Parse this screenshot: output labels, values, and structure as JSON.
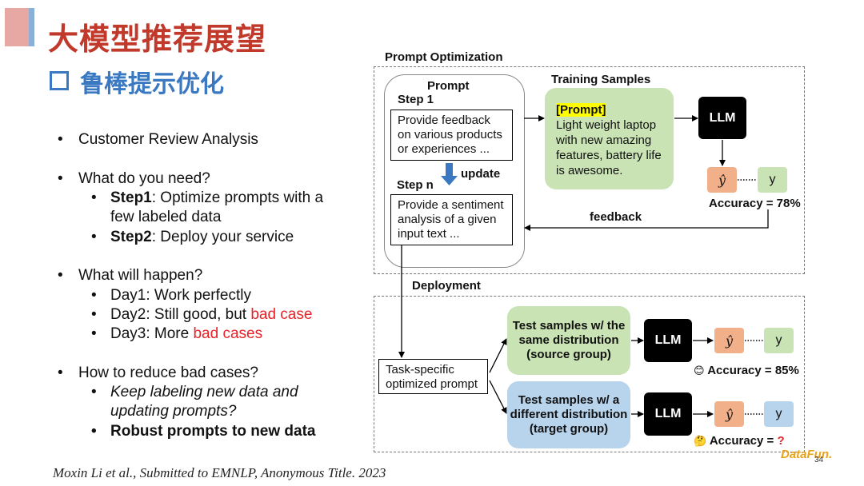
{
  "slide": {
    "title": "大模型推荐展望",
    "subtitle": "鲁棒提示优化",
    "page_number": "34",
    "logo_text": "DataFun.",
    "citation": "Moxin Li et al., Submitted to EMNLP, Anonymous Title. 2023"
  },
  "bullets": {
    "b1": "Customer Review Analysis",
    "b2": "What do you need?",
    "b2_s1_bold": "Step1",
    "b2_s1_rest": ": Optimize prompts with a few labeled data",
    "b2_s2_bold": "Step2",
    "b2_s2_rest": ": Deploy your service",
    "b3": "What will happen?",
    "b3_s1": "Day1: Work perfectly",
    "b3_s2_a": "Day2: Still good, but ",
    "b3_s2_red": "bad case",
    "b3_s3_a": "Day3: More ",
    "b3_s3_red": "bad cases",
    "b4": "How to reduce bad cases?",
    "b4_s1": "Keep labeling new data and updating prompts?",
    "b4_s2": "Robust prompts to new data"
  },
  "diagram": {
    "prompt_opt_label": "Prompt Optimization",
    "prompt_header": "Prompt",
    "step1_label": "Step 1",
    "step1_text": "Provide feedback on various products or experiences ...",
    "update_label": "update",
    "stepn_label": "Step n",
    "stepn_text": "Provide a sentiment analysis of a given input text ...",
    "training_label": "Training Samples",
    "training_tag": "[Prompt]",
    "training_text": "Light weight laptop with new amazing features, battery life is awesome.",
    "llm": "LLM",
    "yhat": "ŷ",
    "y": "y",
    "accuracy_top": "Accuracy = 78%",
    "feedback_label": "feedback",
    "deployment_label": "Deployment",
    "task_prompt": "Task-specific optimized prompt",
    "test_same": "Test samples w/ the same distribution (source group)",
    "test_diff": "Test samples w/ a different distribution (target group)",
    "accuracy_source_text": "Accuracy = 85%",
    "accuracy_target_text": "Accuracy = ",
    "accuracy_target_q": "?",
    "emoji_happy": "😊",
    "emoji_think": "🤔"
  },
  "colors": {
    "title_red": "#c0392b",
    "subtitle_blue": "#3a78c2",
    "bad_red": "#e8232a",
    "green_box": "#c9e3b4",
    "blue_box": "#b8d3ec",
    "yhat_orange": "#f2b08a",
    "highlight_yellow": "#ffff00"
  }
}
